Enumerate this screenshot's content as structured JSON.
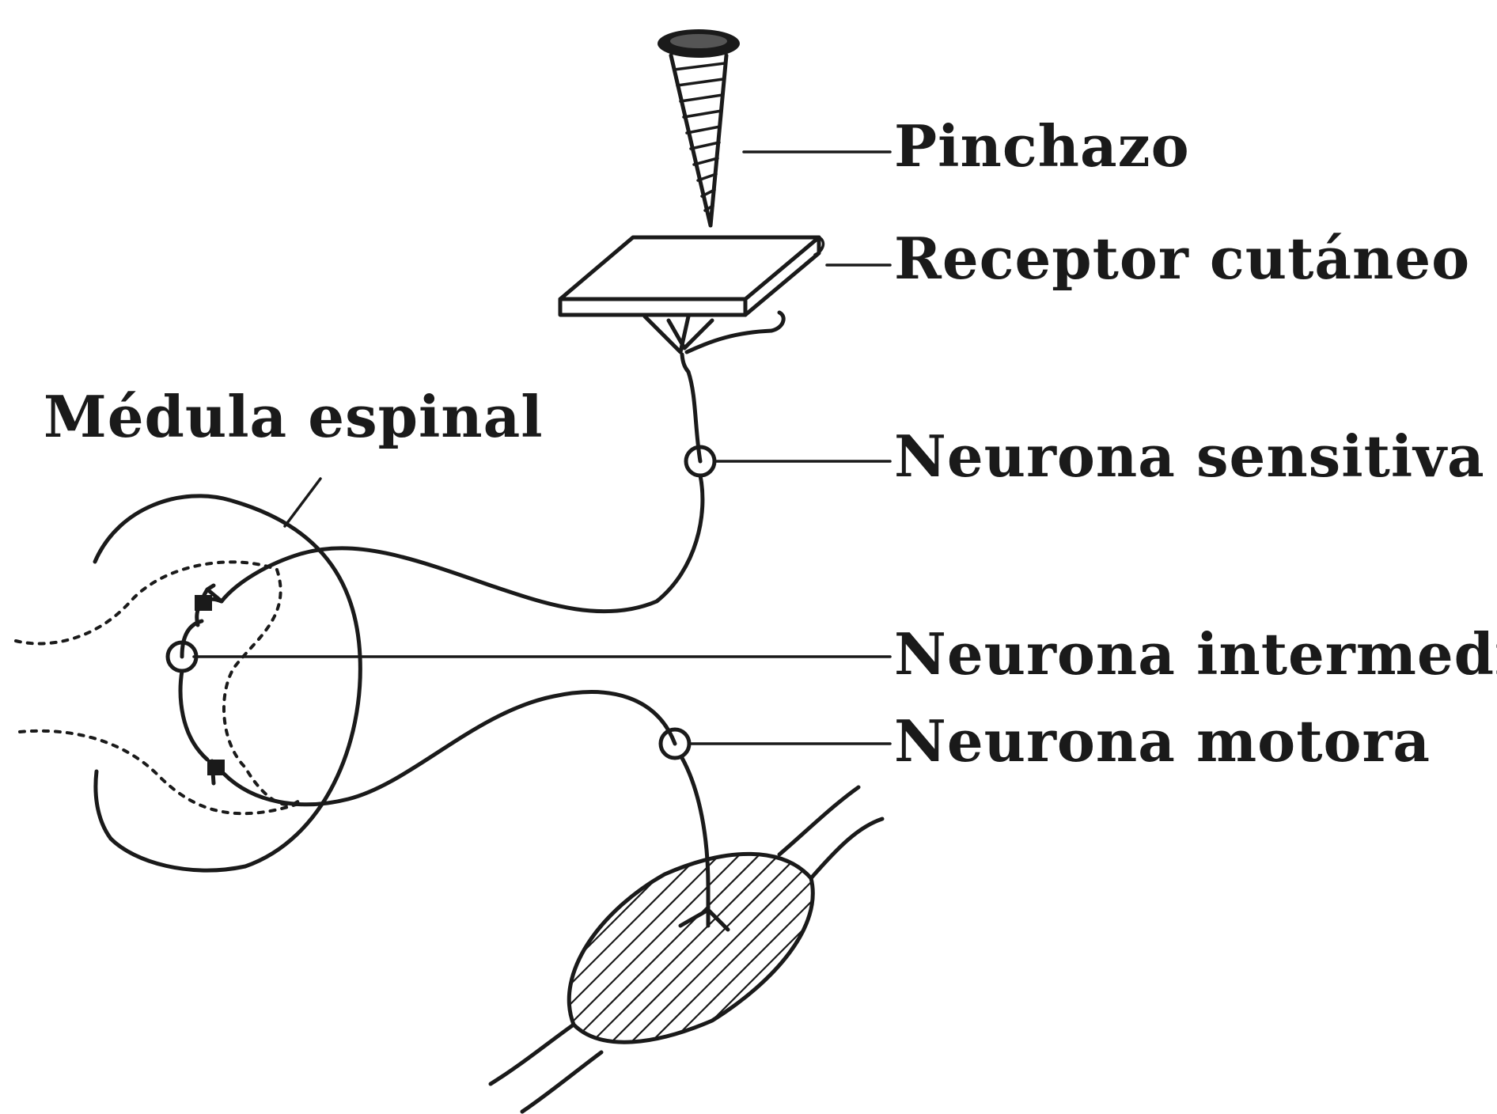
{
  "labels": {
    "pinchazo": "Pinchazo",
    "receptor": "Receptor cutáneo",
    "medula": "Médula espinal",
    "sensitiva": "Neurona sensitiva",
    "intermedia": "Neurona intermedia",
    "motora": "Neurona motora"
  }
}
